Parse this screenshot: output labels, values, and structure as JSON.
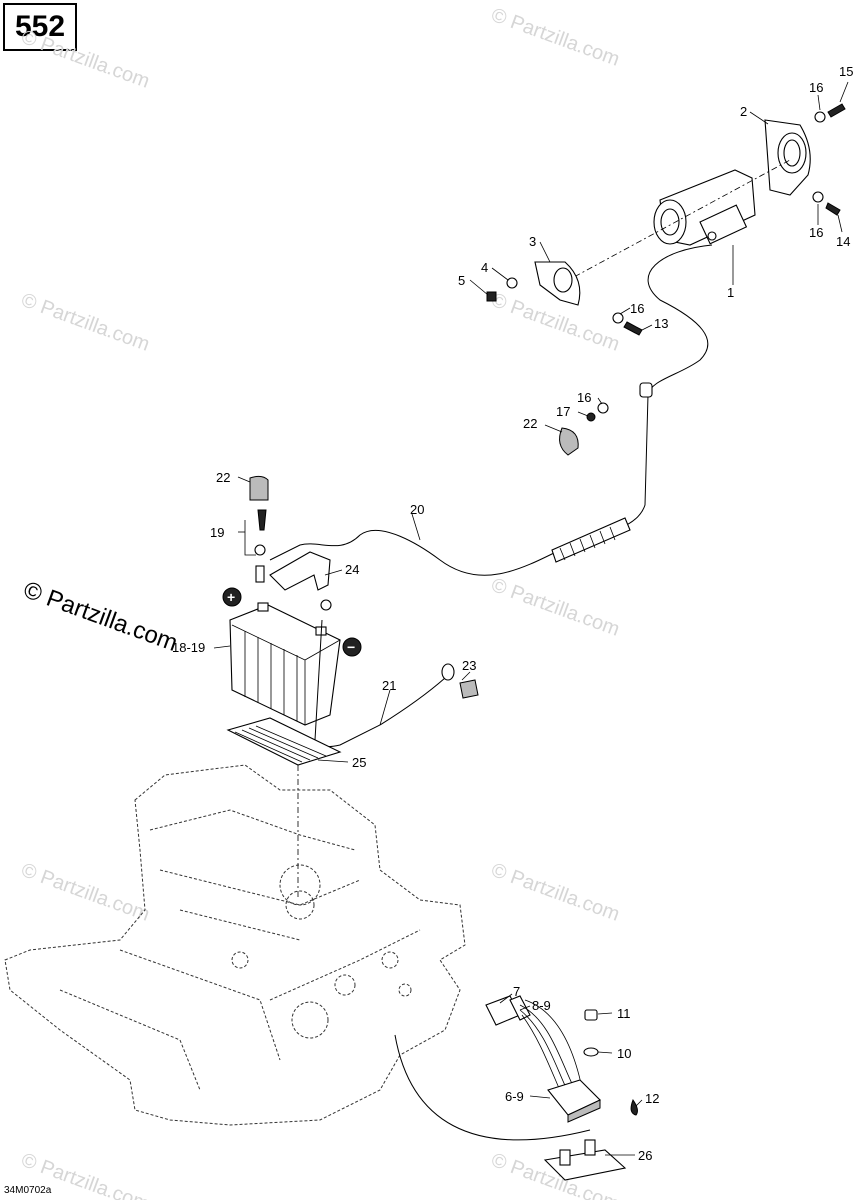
{
  "page_number": "552",
  "drawing_code": "34M0702a",
  "watermark": {
    "text": "© Partzilla.com",
    "featured_text": "© Partzilla.com"
  },
  "callouts": [
    {
      "id": "c15",
      "label": "15"
    },
    {
      "id": "c16a",
      "label": "16"
    },
    {
      "id": "c2",
      "label": "2"
    },
    {
      "id": "c16b",
      "label": "16"
    },
    {
      "id": "c14",
      "label": "14"
    },
    {
      "id": "c3",
      "label": "3"
    },
    {
      "id": "c4",
      "label": "4"
    },
    {
      "id": "c5",
      "label": "5"
    },
    {
      "id": "c1",
      "label": "1"
    },
    {
      "id": "c16c",
      "label": "16"
    },
    {
      "id": "c13",
      "label": "13"
    },
    {
      "id": "c16d",
      "label": "16"
    },
    {
      "id": "c17",
      "label": "17"
    },
    {
      "id": "c22a",
      "label": "22"
    },
    {
      "id": "c22b",
      "label": "22"
    },
    {
      "id": "c20",
      "label": "20"
    },
    {
      "id": "c19",
      "label": "19"
    },
    {
      "id": "c24",
      "label": "24"
    },
    {
      "id": "c18",
      "label": "18-19"
    },
    {
      "id": "c23",
      "label": "23"
    },
    {
      "id": "c21",
      "label": "21"
    },
    {
      "id": "c25",
      "label": "25"
    },
    {
      "id": "c7",
      "label": "7"
    },
    {
      "id": "c89",
      "label": "8-9"
    },
    {
      "id": "c11",
      "label": "11"
    },
    {
      "id": "c10",
      "label": "10"
    },
    {
      "id": "c69",
      "label": "6-9"
    },
    {
      "id": "c12",
      "label": "12"
    },
    {
      "id": "c26",
      "label": "26"
    }
  ],
  "polarity": {
    "positive": "+",
    "negative": "−"
  }
}
